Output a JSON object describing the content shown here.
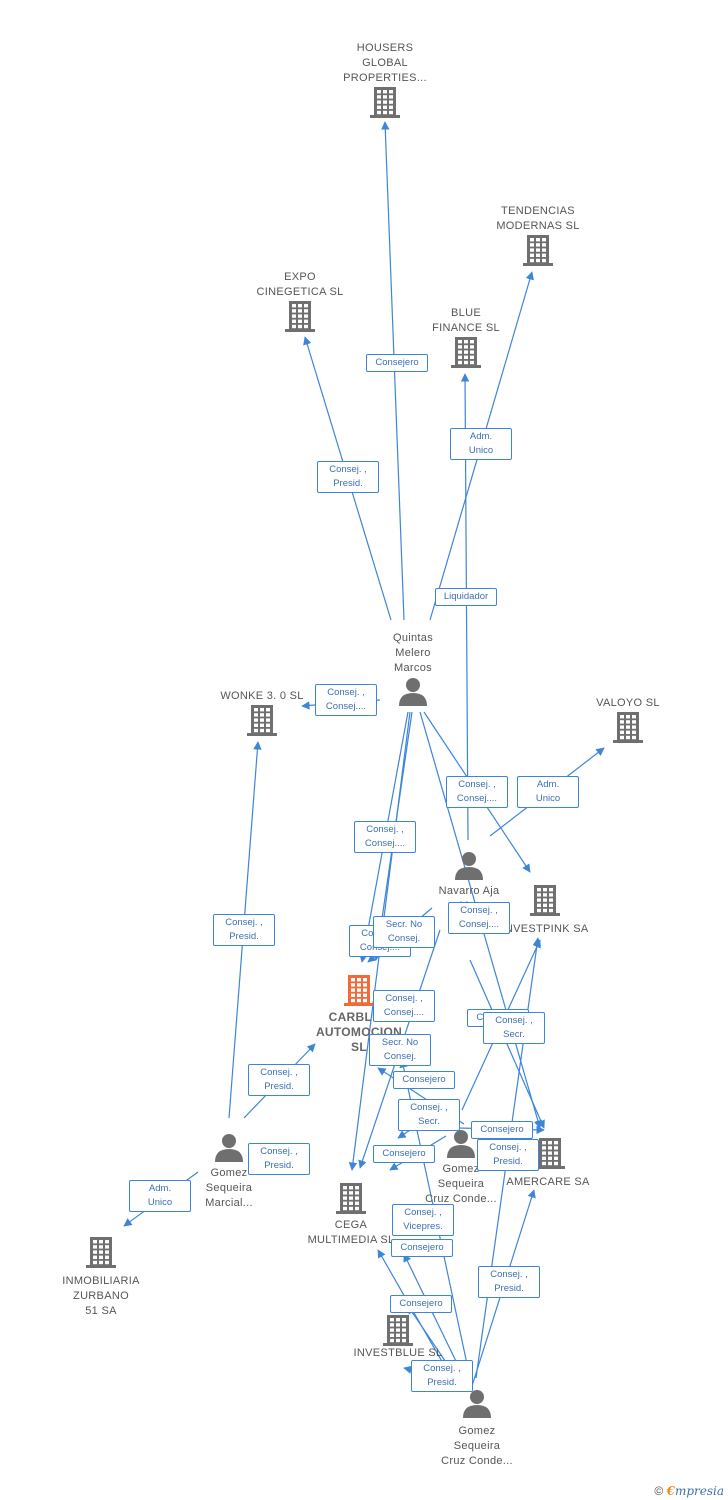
{
  "colors": {
    "edge": "#3d85d8",
    "company": "#6f6f6f",
    "focus": "#f26a3a",
    "person": "#6f6f6f"
  },
  "nodes": [
    {
      "id": "housers",
      "type": "company",
      "label": "HOUSERS\nGLOBAL\nPROPERTIES..."
    },
    {
      "id": "tendencias",
      "type": "company",
      "label": "TENDENCIAS\nMODERNAS SL"
    },
    {
      "id": "expo",
      "type": "company",
      "label": "EXPO\nCINEGETICA SL"
    },
    {
      "id": "blue",
      "type": "company",
      "label": "BLUE\nFINANCE SL"
    },
    {
      "id": "wonke",
      "type": "company",
      "label": "WONKE 3. 0 SL"
    },
    {
      "id": "valoyo",
      "type": "company",
      "label": "VALOYO  SL"
    },
    {
      "id": "quintas",
      "type": "person",
      "label": "Quintas\nMelero\nMarcos"
    },
    {
      "id": "navarro",
      "type": "person",
      "label": "Navarro Aja\nM..."
    },
    {
      "id": "investpink",
      "type": "company",
      "label": "INVESTPINK SA"
    },
    {
      "id": "carblue",
      "type": "focus",
      "label": "CARBLUE\nAUTOMOCION\nSL"
    },
    {
      "id": "gomez_marcial",
      "type": "person",
      "label": "Gomez\nSequeira\nMarcial..."
    },
    {
      "id": "gomez_cruz1",
      "type": "person",
      "label": "Gomez\nSequeira\nCruz Conde..."
    },
    {
      "id": "amercare",
      "type": "company",
      "label": "AMERCARE SA"
    },
    {
      "id": "cega",
      "type": "company",
      "label": "CEGA\nMULTIMEDIA SL"
    },
    {
      "id": "inmobiliaria",
      "type": "company",
      "label": "INMOBILIARIA\nZURBANO\n51 SA"
    },
    {
      "id": "investblue",
      "type": "company",
      "label": "INVESTBLUE SL"
    },
    {
      "id": "gomez_cruz2",
      "type": "person",
      "label": "Gomez\nSequeira\nCruz Conde..."
    }
  ],
  "edge_labels": [
    {
      "id": "e1",
      "text": "Consejero"
    },
    {
      "id": "e2",
      "text": "Consej. ,\nPresid."
    },
    {
      "id": "e3",
      "text": "Adm.\nUnico"
    },
    {
      "id": "e4",
      "text": "Liquidador"
    },
    {
      "id": "e5",
      "text": "Consej. ,\nConsej...."
    },
    {
      "id": "e6",
      "text": "Consej. ,\nConsej...."
    },
    {
      "id": "e7",
      "text": "Adm.\nUnico"
    },
    {
      "id": "e8",
      "text": "Consej. ,\nConsej...."
    },
    {
      "id": "e9",
      "text": "Consej. ,\nPresid."
    },
    {
      "id": "e10",
      "text": "Consej. ,\nConsej...."
    },
    {
      "id": "e11",
      "text": "Secr.  No\nConsej."
    },
    {
      "id": "e12",
      "text": "Consej. ,\nConsej...."
    },
    {
      "id": "e13",
      "text": "Consej. ,\nConsej...."
    },
    {
      "id": "e14",
      "text": "Consejero"
    },
    {
      "id": "e15",
      "text": "Consej. ,\nSecr."
    },
    {
      "id": "e16",
      "text": "Secr.  No\nConsej."
    },
    {
      "id": "e17",
      "text": "Consej. ,\nPresid."
    },
    {
      "id": "e18",
      "text": "Consejero"
    },
    {
      "id": "e19",
      "text": "Consej. ,\nSecr."
    },
    {
      "id": "e20",
      "text": "Consejero"
    },
    {
      "id": "e21",
      "text": "Consej. ,\nPresid."
    },
    {
      "id": "e22",
      "text": "Consejero"
    },
    {
      "id": "e23",
      "text": "Consej. ,\nPresid."
    },
    {
      "id": "e24",
      "text": "Adm.\nUnico"
    },
    {
      "id": "e25",
      "text": "Consej. ,\nVicepres."
    },
    {
      "id": "e26",
      "text": "Consejero"
    },
    {
      "id": "e27",
      "text": "Consej. ,\nPresid."
    },
    {
      "id": "e28",
      "text": "Consejero"
    },
    {
      "id": "e29",
      "text": "Consej. ,\nPresid."
    }
  ],
  "copyright": {
    "symbol": "©",
    "brand_initial": "€",
    "brand_rest": "mpresia"
  }
}
